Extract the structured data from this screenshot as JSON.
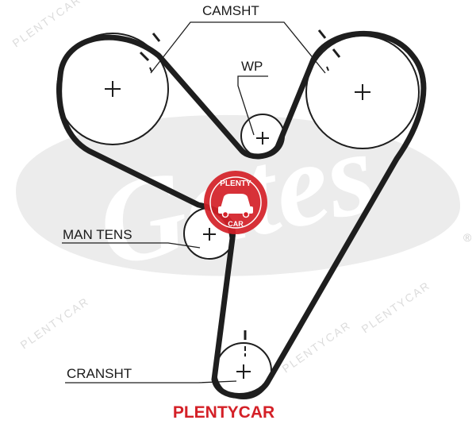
{
  "diagram": {
    "labels": {
      "camshaft": "CAMSHT",
      "water_pump": "WP",
      "manual_tensioner": "MAN TENS",
      "crankshaft": "CRANSHT"
    },
    "background_logo": "Gates",
    "registered_mark": "®"
  },
  "watermark": {
    "text": "PLENTYCAR",
    "badge_top": "PLENTY",
    "badge_bottom": "CAR",
    "color": "#d42027"
  },
  "colors": {
    "belt": "#1e1e1e",
    "logo_gray": "#e6e6e6",
    "watermark_red": "#d42027"
  }
}
